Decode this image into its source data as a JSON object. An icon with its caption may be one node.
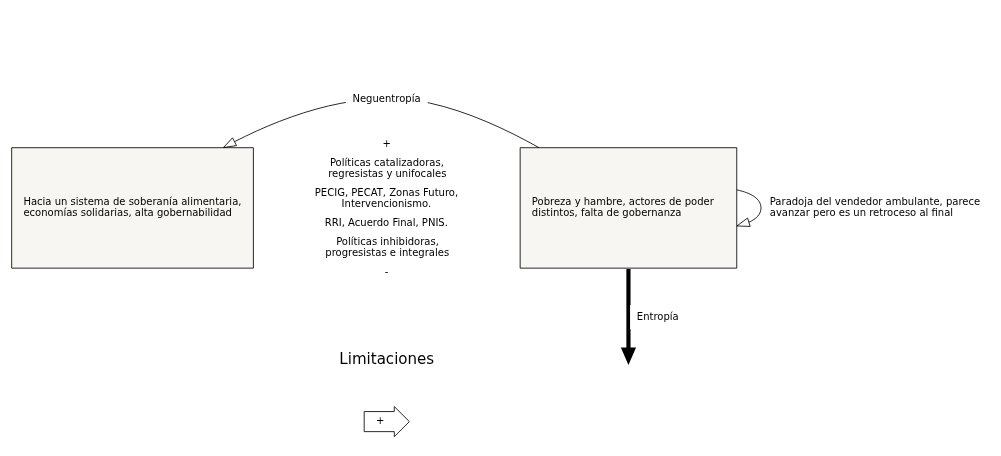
{
  "diagram": {
    "nodes": [
      {
        "text": [
          "Hacia un sistema de soberanía alimentaria, economías solidarias, alta gobernabilidad"
        ]
      },
      {
        "text": [
          "Pobreza y hambre, actores de poder distintos, falta de gobernanza"
        ]
      },
      {
        "text": [
          "+"
        ]
      }
    ],
    "edges": [
      {
        "from": 1,
        "to": 0,
        "arrow": "to",
        "label": "Neguentropía"
      },
      {
        "from": 1,
        "to": null,
        "arrow": "to",
        "label": "Entropía",
        "style": "thick"
      },
      {
        "from": 1,
        "to": 1,
        "arrow": "to",
        "label": "Paradoja del vendedor ambulante, parece avanzar pero es un retroceso al final"
      }
    ],
    "labels": [
      "+",
      "Políticas catalizadoras, regresistas y unifocales",
      "PECIG, PECAT, Zonas Futuro, Intervencionismo.",
      "RRI, Acuerdo Final, PNIS.",
      "Políticas inhibidoras, progresistas e integrales",
      "-",
      "Limitaciones"
    ]
  }
}
